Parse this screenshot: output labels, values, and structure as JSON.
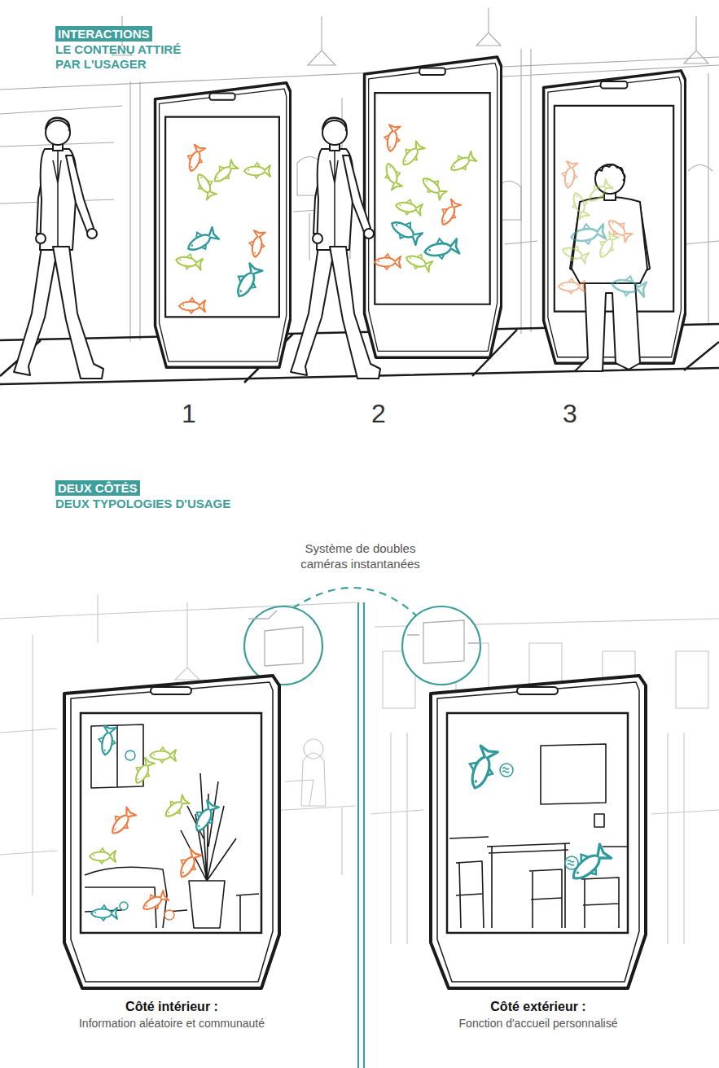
{
  "diagram": {
    "nodes": [
      {
        "text": [
          "Côté intérieur :",
          "Information aléatoire et communauté"
        ]
      },
      {
        "text": [
          "Côté extérieur :",
          "Fonction d'accueil personnalisé"
        ]
      }
    ],
    "labels": [
      "INTERACTIONS",
      "LE CONTENU ATTIRÉ PAR L'USAGER",
      "1",
      "2",
      "3",
      "DEUX CÔTÉS",
      "DEUX TYPOLOGIES D'USAGE",
      "Système de doubles caméras instantanées"
    ]
  }
}
